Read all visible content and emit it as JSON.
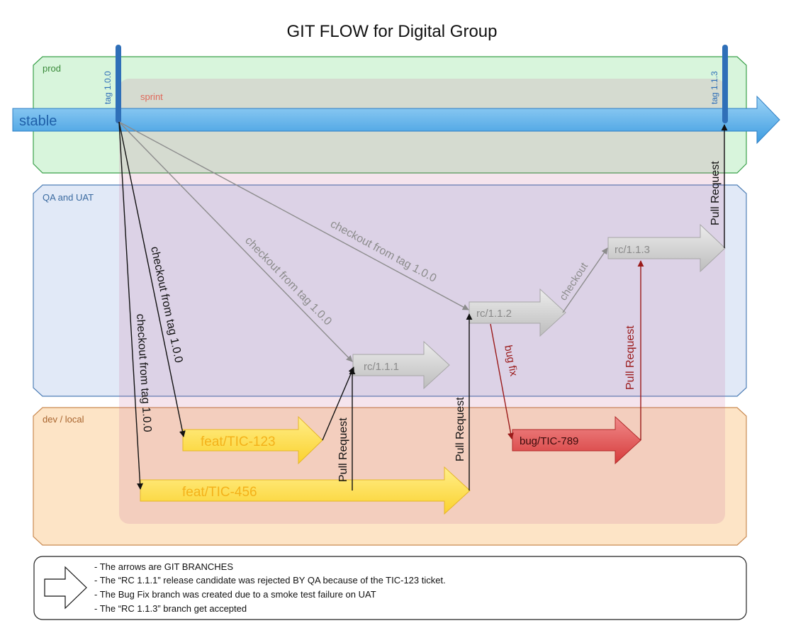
{
  "title": "GIT FLOW for Digital Group",
  "zones": {
    "prod": "prod",
    "qa": "QA and UAT",
    "dev": "dev / local",
    "sprint": "sprint"
  },
  "branches": {
    "stable": "stable",
    "rc111": "rc/1.1.1",
    "rc112": "rc/1.1.2",
    "rc113": "rc/1.1.3",
    "feat123": "feat/TIC-123",
    "feat456": "feat/TIC-456",
    "bug789": "bug/TIC-789"
  },
  "tags": {
    "t100": "tag 1.0.0",
    "t113": "tag 1.1.3"
  },
  "edge_labels": {
    "checkout_tag": "checkout from tag 1.0.0",
    "checkout": "checkout",
    "pull_request": "Pull Request",
    "bug_fix": "bug fix"
  },
  "legend": {
    "lines": [
      "- The arrows are GIT BRANCHES",
      "- The “RC 1.1.1” release  candidate was rejected BY QA because of the TIC-123 ticket.",
      "- The Bug Fix branch was created due to a smoke test failure on UAT",
      "- The “RC 1.1.3” branch get accepted"
    ]
  },
  "colors": {
    "prod_fill": "#d8f5dc",
    "prod_stroke": "#3aa04a",
    "qa_fill": "#e1e9f7",
    "qa_stroke": "#4f7fb6",
    "dev_fill": "#fde4c6",
    "dev_stroke": "#c98a52",
    "sprint_fill": "#d6a7c3",
    "sprint_label": "#e0685a",
    "stable": "#5fb4ea",
    "rc": "#cfcfcf",
    "feat": "#fdde4e",
    "bug": "#e05454",
    "tag_bar": "#2f6fb8",
    "gray_line": "#8c8c8c",
    "red_line": "#9a1a1a"
  }
}
